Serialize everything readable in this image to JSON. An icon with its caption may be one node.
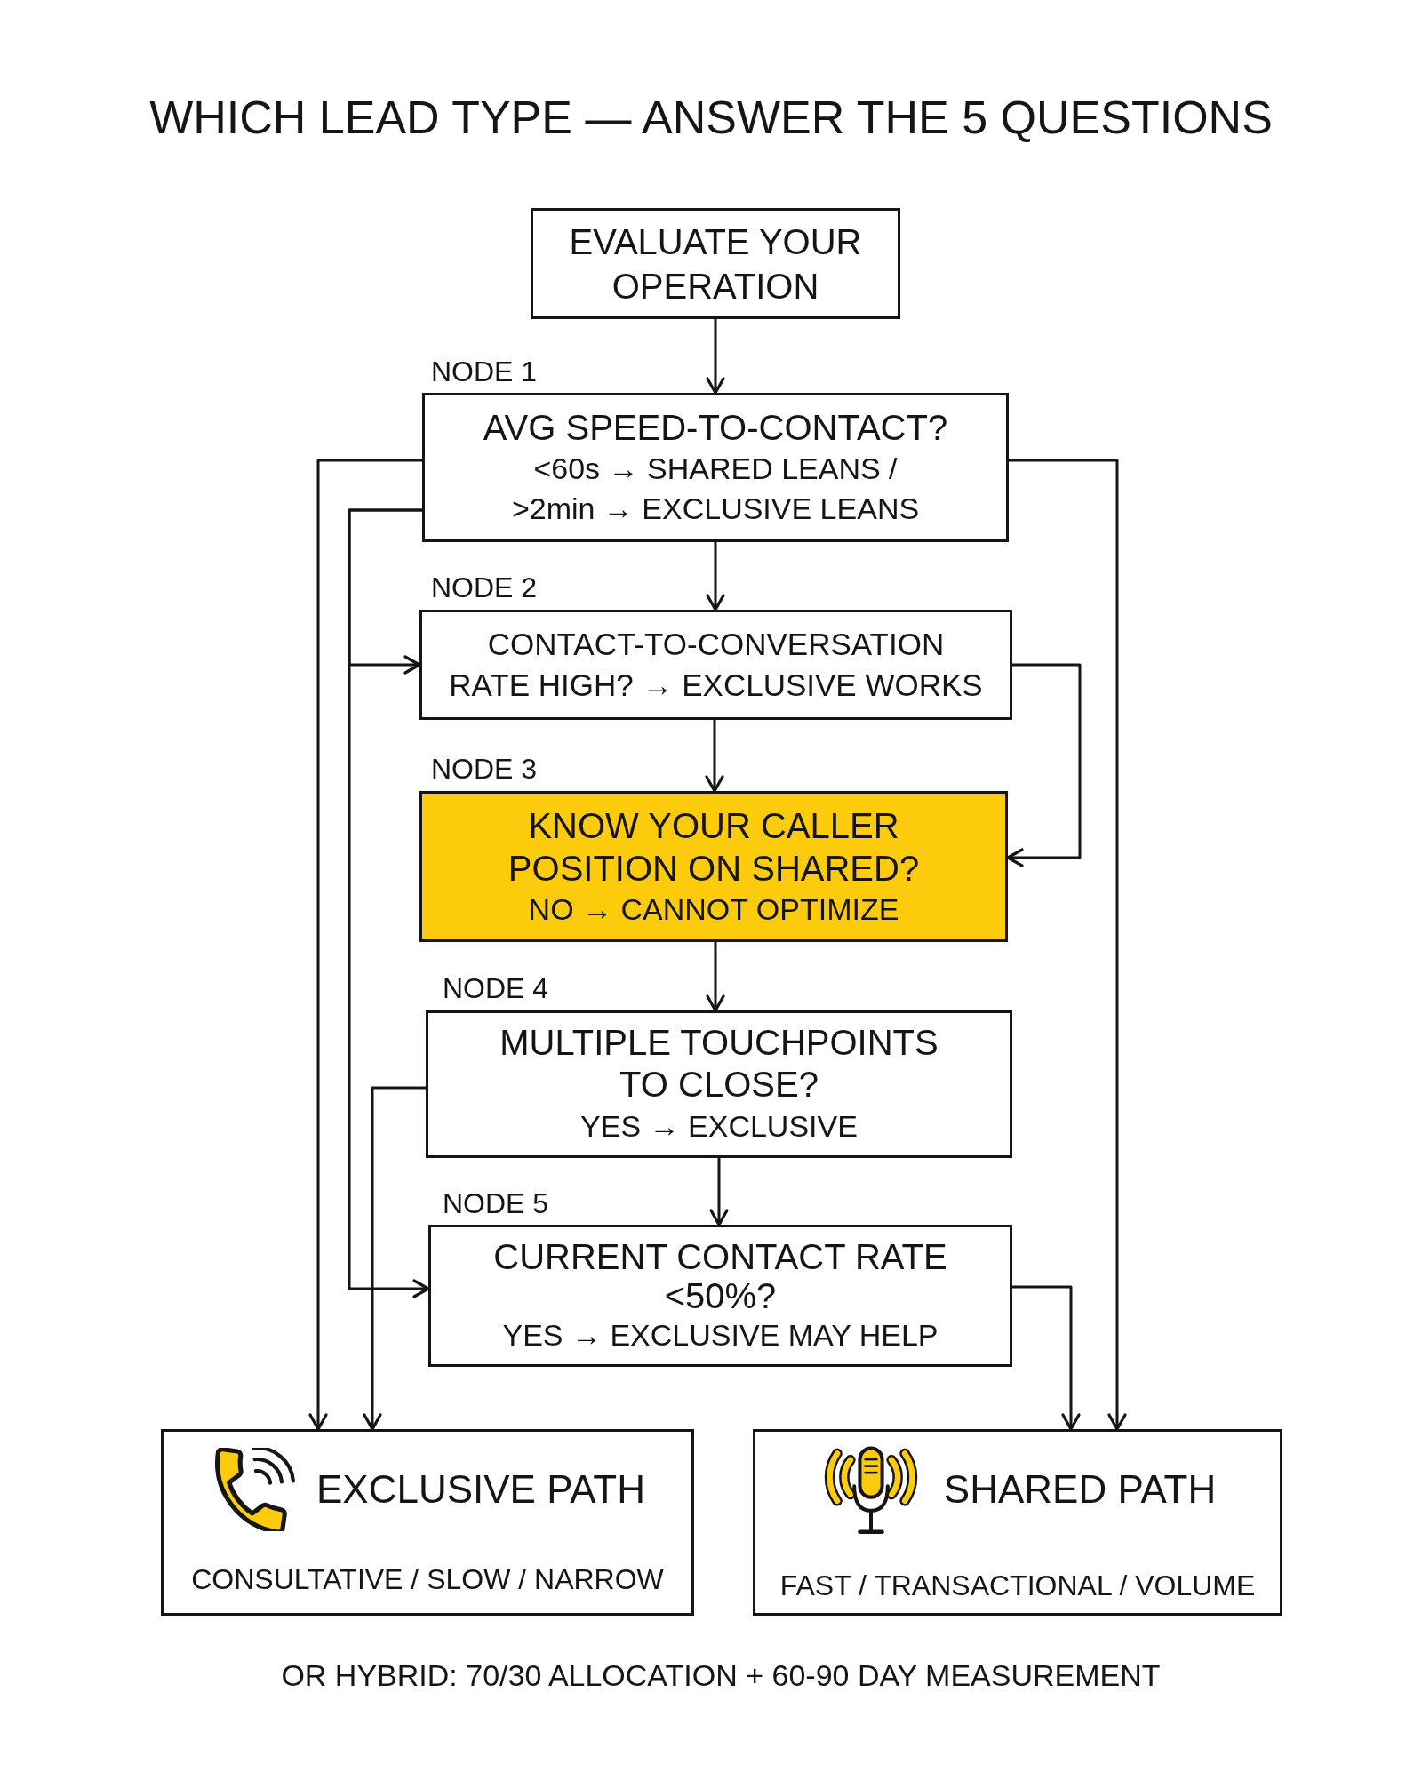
{
  "diagram": {
    "title": "WHICH LEAD TYPE — ANSWER THE 5 QUESTIONS",
    "nodes": [
      {
        "text": [
          "EVALUATE YOUR OPERATION"
        ]
      },
      {
        "text": [
          "AVG SPEED-TO-CONTACT?",
          "<60s → SHARED LEANS / >2min → EXCLUSIVE LEANS"
        ],
        "beside": [
          "NODE 1"
        ]
      },
      {
        "text": [
          "CONTACT-TO-CONVERSATION RATE HIGH? → EXCLUSIVE WORKS"
        ],
        "beside": [
          "NODE 2"
        ]
      },
      {
        "text": [
          "KNOW YOUR CALLER POSITION ON SHARED?",
          "NO → CANNOT OPTIMIZE"
        ],
        "beside": [
          "NODE 3"
        ]
      },
      {
        "text": [
          "MULTIPLE TOUCHPOINTS TO CLOSE?",
          "YES → EXCLUSIVE"
        ],
        "beside": [
          "NODE 4"
        ]
      },
      {
        "text": [
          "CURRENT CONTACT RATE <50%?",
          "YES → EXCLUSIVE MAY HELP"
        ],
        "beside": [
          "NODE 5"
        ]
      },
      {
        "text": [
          "EXCLUSIVE PATH",
          "CONSULTATIVE / SLOW / NARROW"
        ]
      },
      {
        "text": [
          "SHARED PATH",
          "FAST / TRANSACTIONAL / VOLUME"
        ]
      }
    ],
    "edges": [
      {
        "from": 0,
        "to": 1,
        "arrow": "to"
      },
      {
        "from": 1,
        "to": 2,
        "arrow": "to"
      },
      {
        "from": 2,
        "to": 3,
        "arrow": "to"
      },
      {
        "from": 3,
        "to": 4,
        "arrow": "to"
      },
      {
        "from": 4,
        "to": 5,
        "arrow": "to"
      },
      {
        "from": 1,
        "to": 6,
        "arrow": "to"
      },
      {
        "from": 1,
        "to": 2,
        "arrow": "to"
      },
      {
        "from": 1,
        "to": 5,
        "arrow": "to"
      },
      {
        "from": 1,
        "to": 7,
        "arrow": "to"
      },
      {
        "from": 2,
        "to": 3,
        "arrow": "to"
      },
      {
        "from": 4,
        "to": 6,
        "arrow": "to"
      },
      {
        "from": 5,
        "to": 7,
        "arrow": "to"
      }
    ],
    "labels": [
      "OR HYBRID: 70/30 ALLOCATION + 60-90 DAY MEASUREMENT"
    ]
  }
}
